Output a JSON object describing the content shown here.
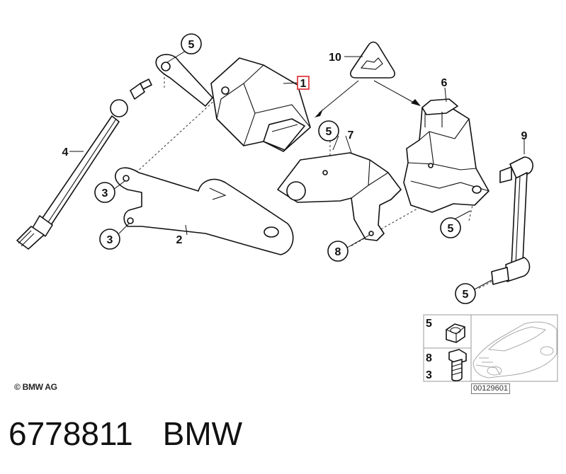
{
  "callouts": {
    "c5_top": "5",
    "c1": "1",
    "c10": "10",
    "c6": "6",
    "c4": "4",
    "c5_mid": "5",
    "c7": "7",
    "c9": "9",
    "c3_upper": "3",
    "c3_lower": "3",
    "c2": "2",
    "c5_right": "5",
    "c8": "8",
    "c5_bottom": "5"
  },
  "legend": {
    "nut_num": "5",
    "bolt_num_a": "8",
    "bolt_num_b": "3"
  },
  "copyright": "© BMW AG",
  "ref_code": "00129601",
  "footer": {
    "part_number": "6778811",
    "brand": "BMW"
  },
  "colors": {
    "highlight": "#e0252b",
    "ink": "#111111"
  }
}
